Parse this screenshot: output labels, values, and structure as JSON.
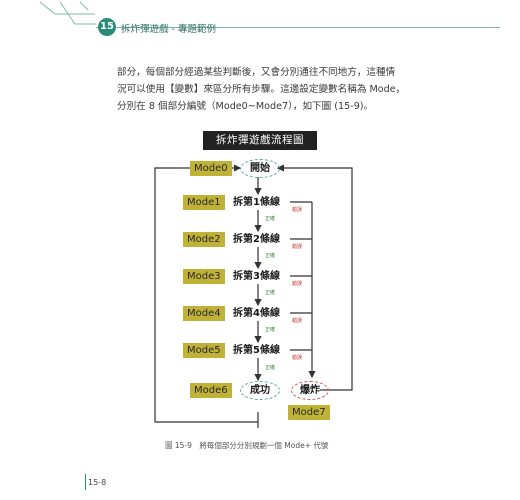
{
  "header": {
    "chapter_number": "15",
    "title": "拆炸彈遊戲 - 專題範例"
  },
  "body": {
    "lines": [
      "部分，每個部分經過某些判斷後，又會分別通往不同地方，這種情",
      "況可以使用【變數】來區分所有步驟。這邊設定變數名稱為 Mode，",
      "分別在 8 個部分編號（Mode0~Mode7），如下圖 (15-9)。"
    ]
  },
  "figure": {
    "title": "拆炸彈遊戲流程圖",
    "modes": [
      "Mode0",
      "Mode1",
      "Mode2",
      "Mode3",
      "Mode4",
      "Mode5",
      "Mode6",
      "Mode7"
    ],
    "nodes": [
      "開始",
      "拆第1條線",
      "拆第2條線",
      "拆第3條線",
      "拆第4條線",
      "拆第5條線",
      "成功",
      "爆炸"
    ],
    "correct_label": "正確",
    "wrong_label": "錯誤",
    "colors": {
      "mode_fill": "#bfb237",
      "start_border": "#5aa9a4",
      "explode_border": "#d9534f",
      "correct_text": "#3a8a3a",
      "wrong_text": "#c0392b"
    }
  },
  "caption": "圖 15-9　將每個部分分別規劃一個 Mode+ 代號",
  "page_number": "15-8"
}
